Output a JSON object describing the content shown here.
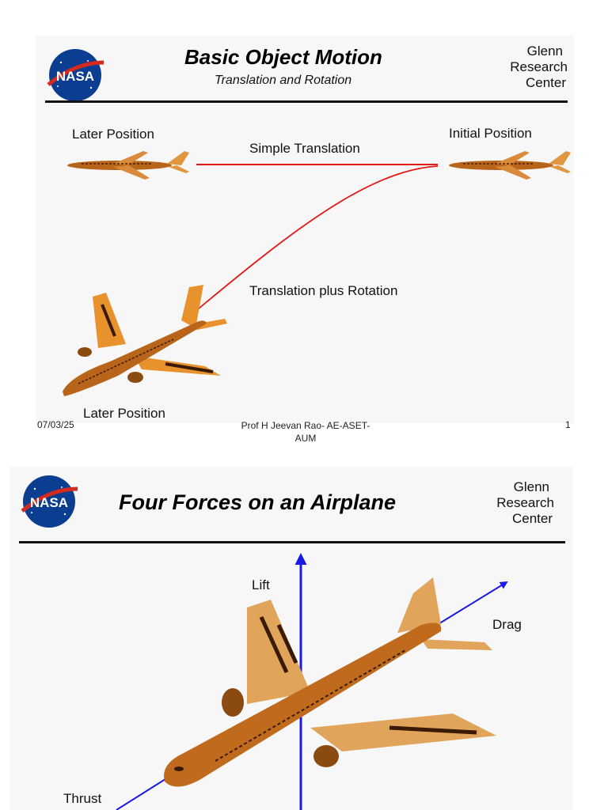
{
  "slide1": {
    "title": "Basic Object Motion",
    "subtitle": "Translation and Rotation",
    "center_name": [
      "Glenn",
      "Research",
      "Center"
    ],
    "logo_text": "NASA",
    "labels": {
      "later_position_top": "Later Position",
      "initial_position": "Initial Position",
      "simple_translation": "Simple Translation",
      "translation_plus_rotation": "Translation plus Rotation",
      "later_position_bottom": "Later Position"
    },
    "footer": {
      "date": "07/03/25",
      "author_line1": "Prof H Jeevan Rao- AE-ASET-",
      "author_line2": "AUM",
      "page": "1"
    },
    "colors": {
      "path_line": "#e31a1a",
      "airplane": "#b8641a"
    }
  },
  "slide2": {
    "title": "Four Forces on an Airplane",
    "center_name": [
      "Glenn",
      "Research",
      "Center"
    ],
    "logo_text": "NASA",
    "labels": {
      "lift": "Lift",
      "drag": "Drag",
      "thrust": "Thrust"
    },
    "colors": {
      "force_arrow": "#1a1ae6",
      "airplane": "#c06a1e",
      "wing": "#e0a45a"
    }
  }
}
